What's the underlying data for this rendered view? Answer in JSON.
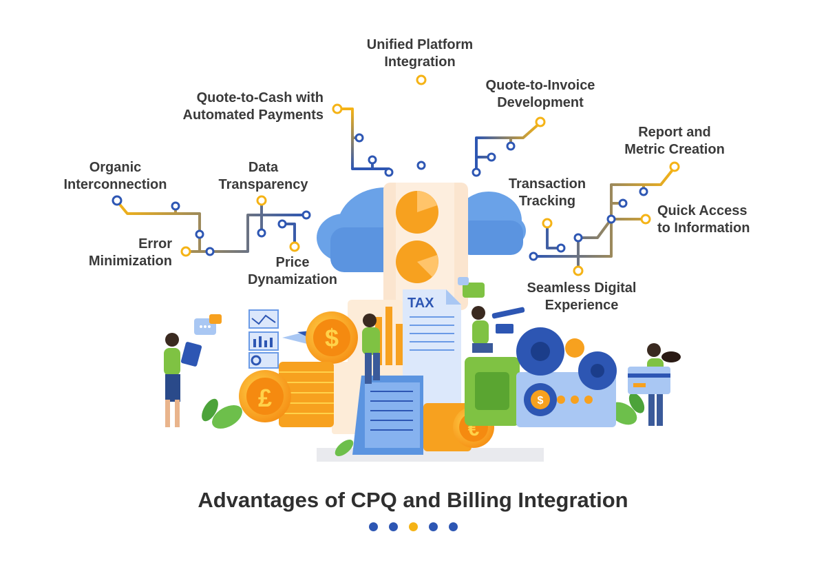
{
  "colors": {
    "blue": "#2d56b3",
    "yellow": "#f5b316",
    "text": "#3a3a3a",
    "title": "#2f2f2f",
    "cloud": "#6aa2e8",
    "orange": "#f79a1e",
    "green": "#7fc243"
  },
  "labels": {
    "unified": [
      "Unified Platform",
      "Integration"
    ],
    "quote_cash": [
      "Quote-to-Cash with",
      "Automated Payments"
    ],
    "quote_invoice": [
      "Quote-to-Invoice",
      "Development"
    ],
    "report_metric": [
      "Report and",
      "Metric Creation"
    ],
    "organic": [
      "Organic",
      "Interconnection"
    ],
    "data_transparency": [
      "Data",
      "Transparency"
    ],
    "transaction": [
      "Transaction",
      "Tracking"
    ],
    "quick_access": [
      "Quick Access",
      "to Information"
    ],
    "error": [
      "Error",
      "Minimization"
    ],
    "price": [
      "Price",
      "Dynamization"
    ],
    "seamless": [
      "Seamless Digital",
      "Experience"
    ]
  },
  "illustration": {
    "tax_text": "TAX",
    "icons": [
      "cloud-icon",
      "pie-chart-icon",
      "coin-stack-icon",
      "pound-coin-icon",
      "euro-coin-icon",
      "dollar-coin-icon",
      "tax-document-icon",
      "gear-icon",
      "credit-card-icon",
      "telescope-icon",
      "chat-bubble-icon",
      "leaf-icon"
    ]
  },
  "title": "Advantages of CPQ and Billing Integration",
  "dots": [
    "#2d56b3",
    "#2d56b3",
    "#f5b316",
    "#2d56b3",
    "#2d56b3"
  ]
}
